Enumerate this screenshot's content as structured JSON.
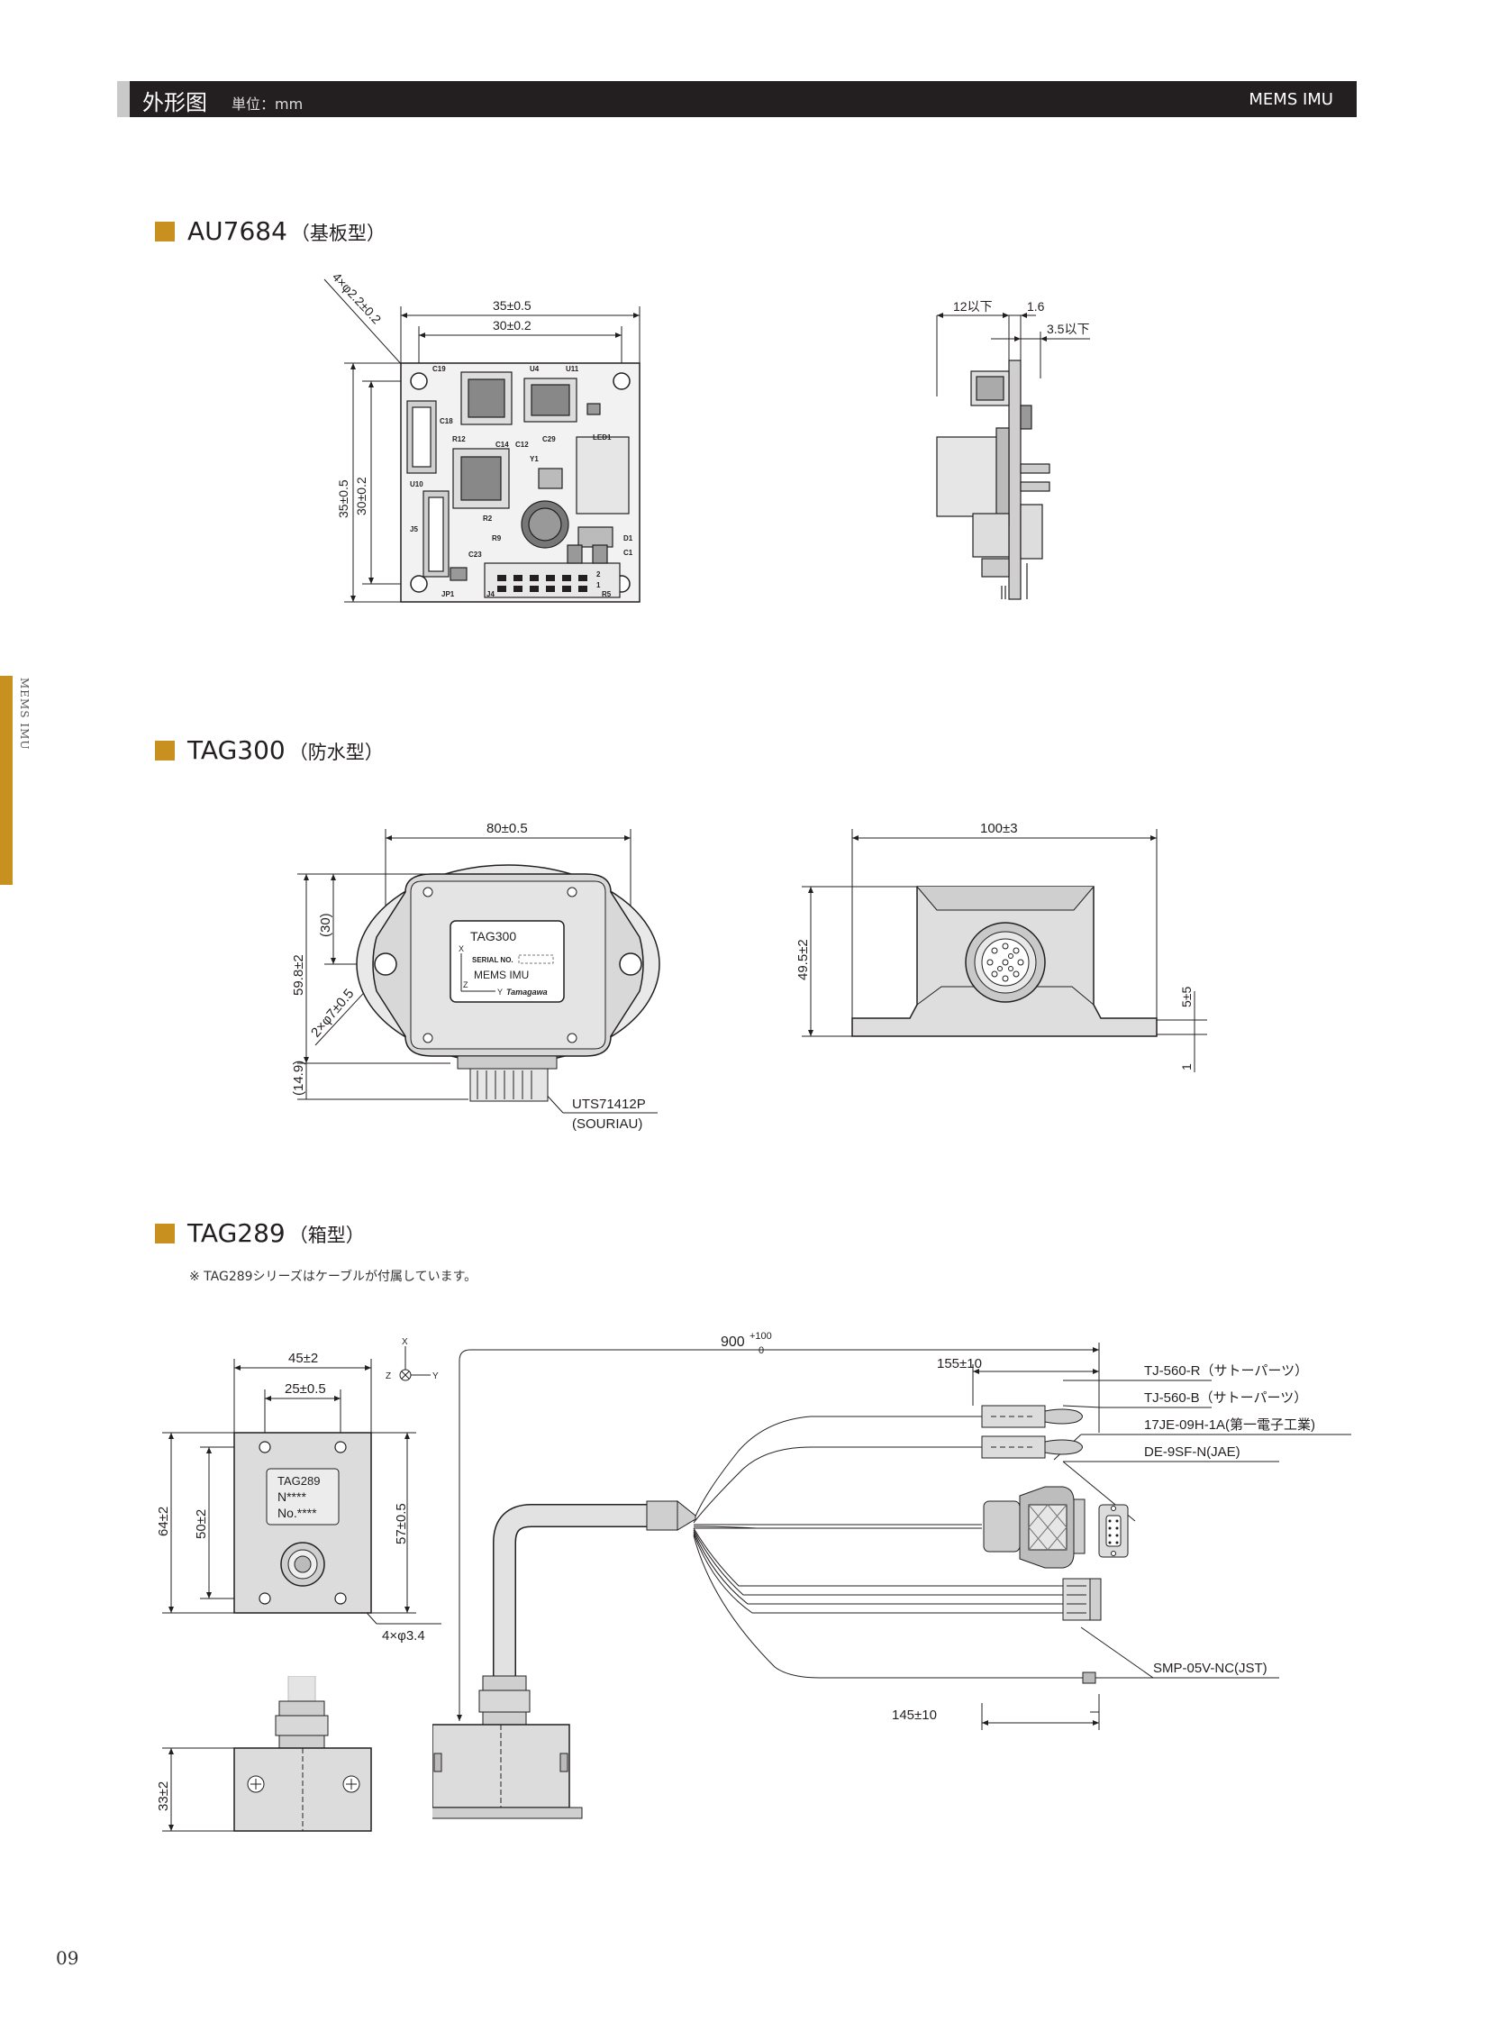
{
  "header": {
    "title": "外形图",
    "unit": "単位：mm",
    "right": "MEMS IMU"
  },
  "side_label": "MEMS IMU",
  "page_number": "09",
  "sections": {
    "au7684": {
      "name": "AU7684",
      "type": "（基板型）",
      "dims": {
        "holes": "4×φ2.2±0.2",
        "w_outer": "35±0.5",
        "w_inner": "30±0.2",
        "h_outer": "35±0.5",
        "h_inner": "30±0.2",
        "side_a": "12以下",
        "side_b": "1.6",
        "side_c": "3.5以下"
      },
      "board_labels": [
        "C19",
        "U4",
        "U11",
        "C18",
        "R12",
        "C29",
        "C14",
        "C12",
        "U10",
        "J5",
        "Y1",
        "R2",
        "C23",
        "R9",
        "D1",
        "JP1",
        "J4",
        "LED1",
        "C1",
        "R5",
        "2",
        "1"
      ]
    },
    "tag300": {
      "name": "TAG300",
      "type": "（防水型）",
      "dims": {
        "width": "80±0.5",
        "half_h": "(30)",
        "height": "59.8±2",
        "holes": "2×φ7±0.5",
        "conn_h": "(14.9)",
        "length": "100±3",
        "side_h": "49.5±2",
        "foot": "5±5",
        "foot_t": "1"
      },
      "label": {
        "model": "TAG300",
        "serial": "SERIAL NO.",
        "product": "MEMS IMU",
        "brand": "Tamagawa",
        "axis_x": "X",
        "axis_y": "Y",
        "axis_z": "Z"
      },
      "connector": "UTS71412P",
      "connector_maker": "(SOURIAU)"
    },
    "tag289": {
      "name": "TAG289",
      "type": "（箱型）",
      "note": "※ TAG289シリーズはケーブルが付属しています。",
      "dims": {
        "w_outer": "45±2",
        "w_inner": "25±0.5",
        "h_outer": "64±2",
        "h_inner": "50±2",
        "h_holes": "57±0.5",
        "holes": "4×φ3.4",
        "depth": "33±2",
        "cable_len": "900",
        "cable_tol_top": "+100",
        "cable_tol_bot": "0",
        "lead_a": "155±10",
        "lead_b": "145±10"
      },
      "label_lines": [
        "TAG289",
        "N****",
        "No.****"
      ],
      "axes": {
        "x": "X",
        "y": "Y",
        "z": "Z"
      },
      "connectors": [
        "TJ-560-R（サトーパーツ）",
        "TJ-560-B（サトーパーツ）",
        "17JE-09H-1A(第一電子工業)",
        "DE-9SF-N(JAE)",
        "SMP-05V-NC(JST)"
      ]
    }
  }
}
